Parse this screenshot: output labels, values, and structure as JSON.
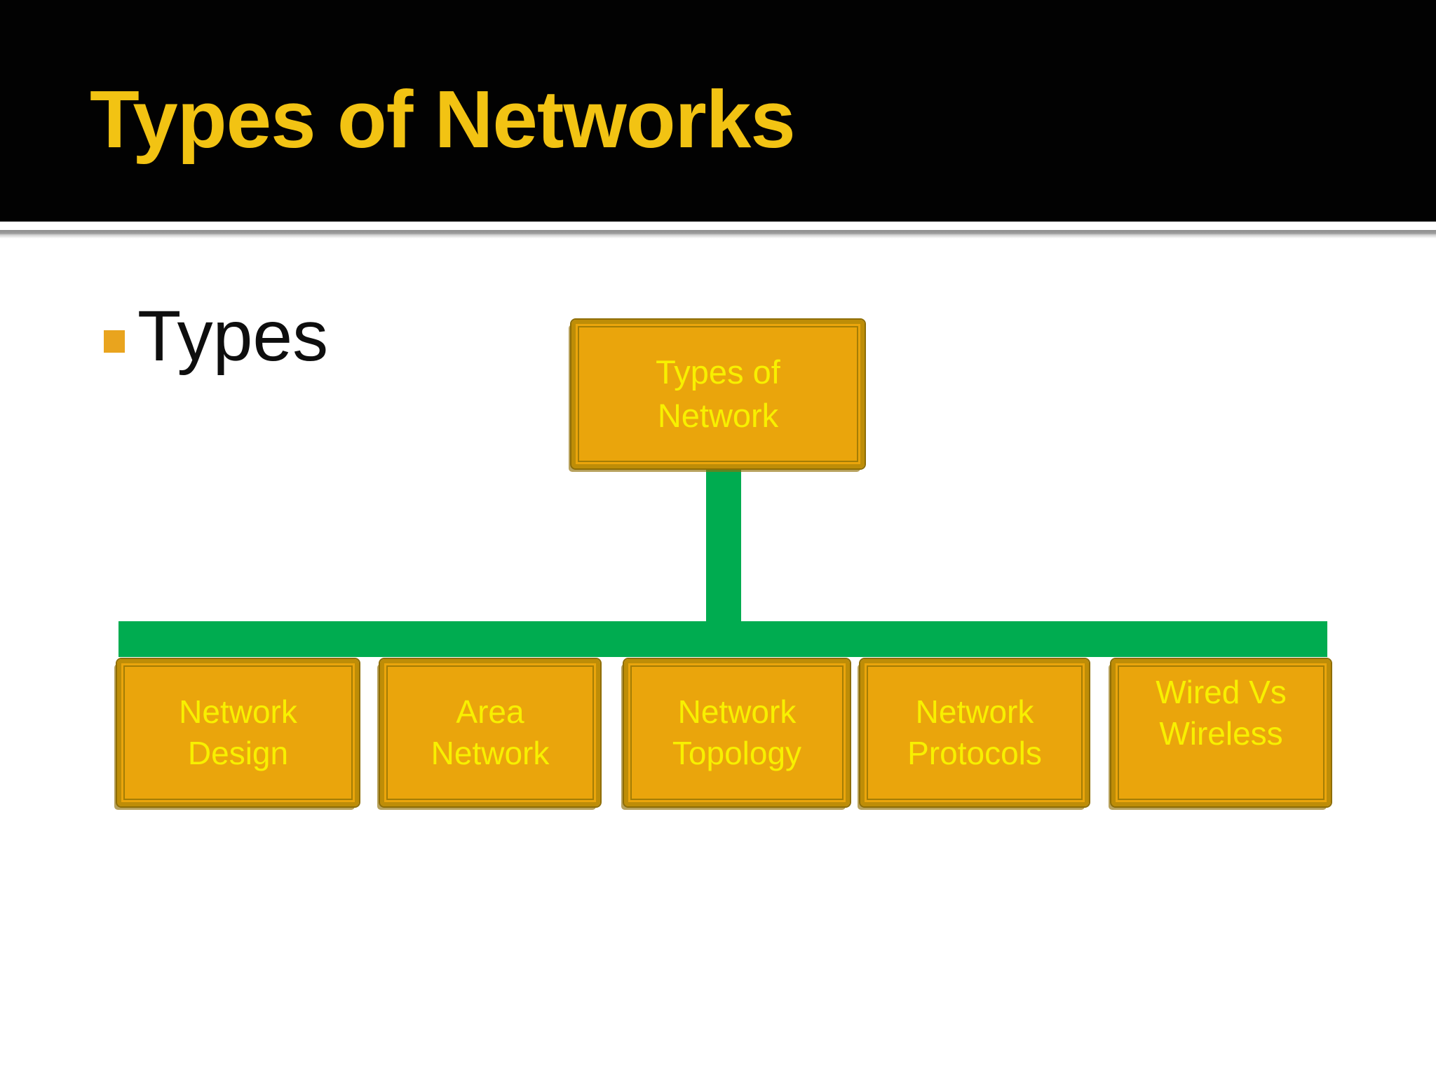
{
  "header": {
    "title": "Types of Networks"
  },
  "body": {
    "bullet": "Types"
  },
  "diagram": {
    "root": {
      "label": "Types of\nNetwork"
    },
    "children": [
      {
        "label": "Network\nDesign"
      },
      {
        "label": "Area\nNetwork"
      },
      {
        "label": "Network\nTopology"
      },
      {
        "label": "Network\nProtocols"
      },
      {
        "label": "Wired Vs\nWireless"
      }
    ]
  },
  "colors": {
    "header_background": "#020202",
    "title_text": "#F2C313",
    "bullet_square": "#E9A41E",
    "bullet_text": "#0E0E0E",
    "node_fill": "#EAA50C",
    "node_border": "#BE8D07",
    "node_border_dark": "#8E6D04",
    "node_text": "#F8F000",
    "connector_green": "#00AC50"
  }
}
